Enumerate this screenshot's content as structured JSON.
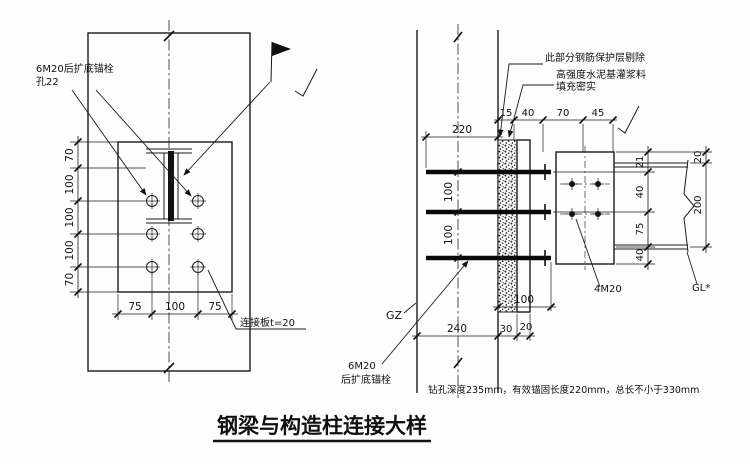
{
  "title": "钢梁与构造柱连接大样",
  "left": {
    "callout_anchor": {
      "line1": "6M20后扩底锚栓",
      "line2": "孔22"
    },
    "callout_plate": "连接板t=20",
    "dims_vertical": [
      "70",
      "100",
      "100",
      "100",
      "70"
    ],
    "dims_bottom": [
      "75",
      "100",
      "75"
    ]
  },
  "right": {
    "note_layer": "此部分钢筋保护层剔除",
    "note_grout_1": "高强度水泥基灌浆料",
    "note_grout_2": "填充密实",
    "dim_embed": "220",
    "dims_top": [
      "15",
      "40",
      "70",
      "45"
    ],
    "dims_rods": [
      "100",
      "100"
    ],
    "dims_plate": [
      "21",
      "40",
      "75",
      "40"
    ],
    "dim_offset": "20",
    "dim_depth": "200",
    "dim_projection": "100",
    "dims_bottom": [
      "240",
      "30",
      "20"
    ],
    "label_gz": "GZ",
    "label_4m20": "4M20",
    "label_gl": "GL*",
    "callout_anchor": {
      "line1": "6M20",
      "line2": "后扩底锚栓"
    },
    "note_bottom": "钻孔深度235mm，有效锚固长度220mm，总长不小于330mm"
  }
}
